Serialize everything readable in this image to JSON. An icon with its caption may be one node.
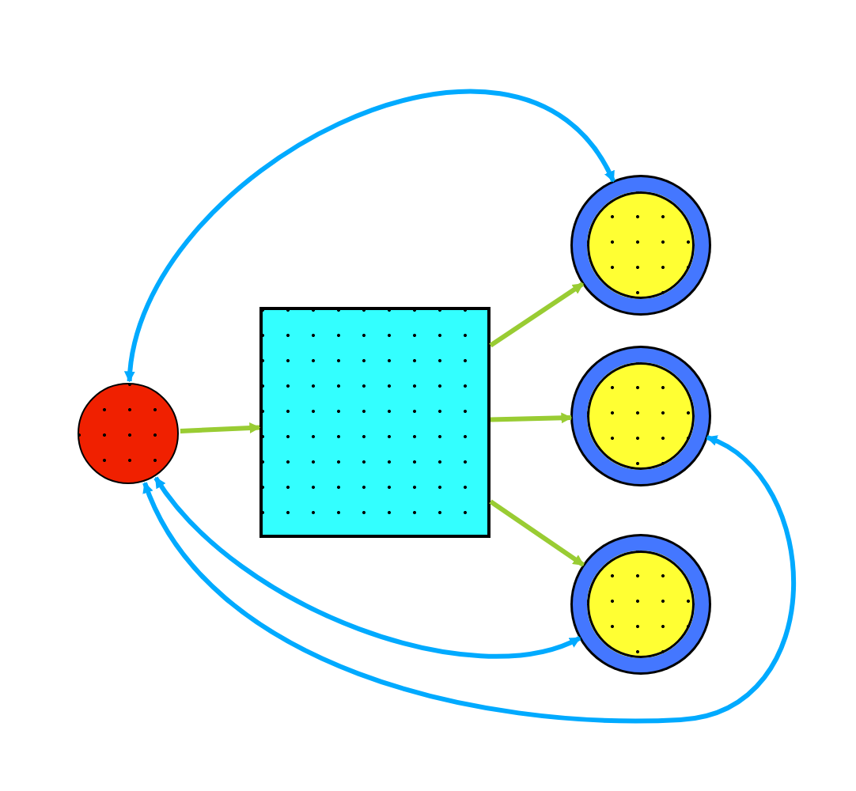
{
  "diagram": {
    "nodes": [
      {
        "text": [],
        "shape": "circle"
      },
      {
        "text": [],
        "shape": "box"
      },
      {
        "text": [],
        "shape": "circle"
      },
      {
        "text": [],
        "shape": "circle"
      },
      {
        "text": [],
        "shape": "circle"
      }
    ],
    "edges": [
      {
        "from": 0,
        "to": 1,
        "arrow": "to"
      },
      {
        "from": 1,
        "to": 2,
        "arrow": "to"
      },
      {
        "from": 1,
        "to": 3,
        "arrow": "to"
      },
      {
        "from": 1,
        "to": 4,
        "arrow": "to"
      },
      {
        "from": 0,
        "to": 2,
        "arrow": "both",
        "color": "#00aaff"
      },
      {
        "from": 0,
        "to": 4,
        "arrow": "both",
        "color": "#00aaff"
      },
      {
        "from": 0,
        "to": 3,
        "arrow": "both",
        "color": "#00aaff"
      }
    ]
  }
}
